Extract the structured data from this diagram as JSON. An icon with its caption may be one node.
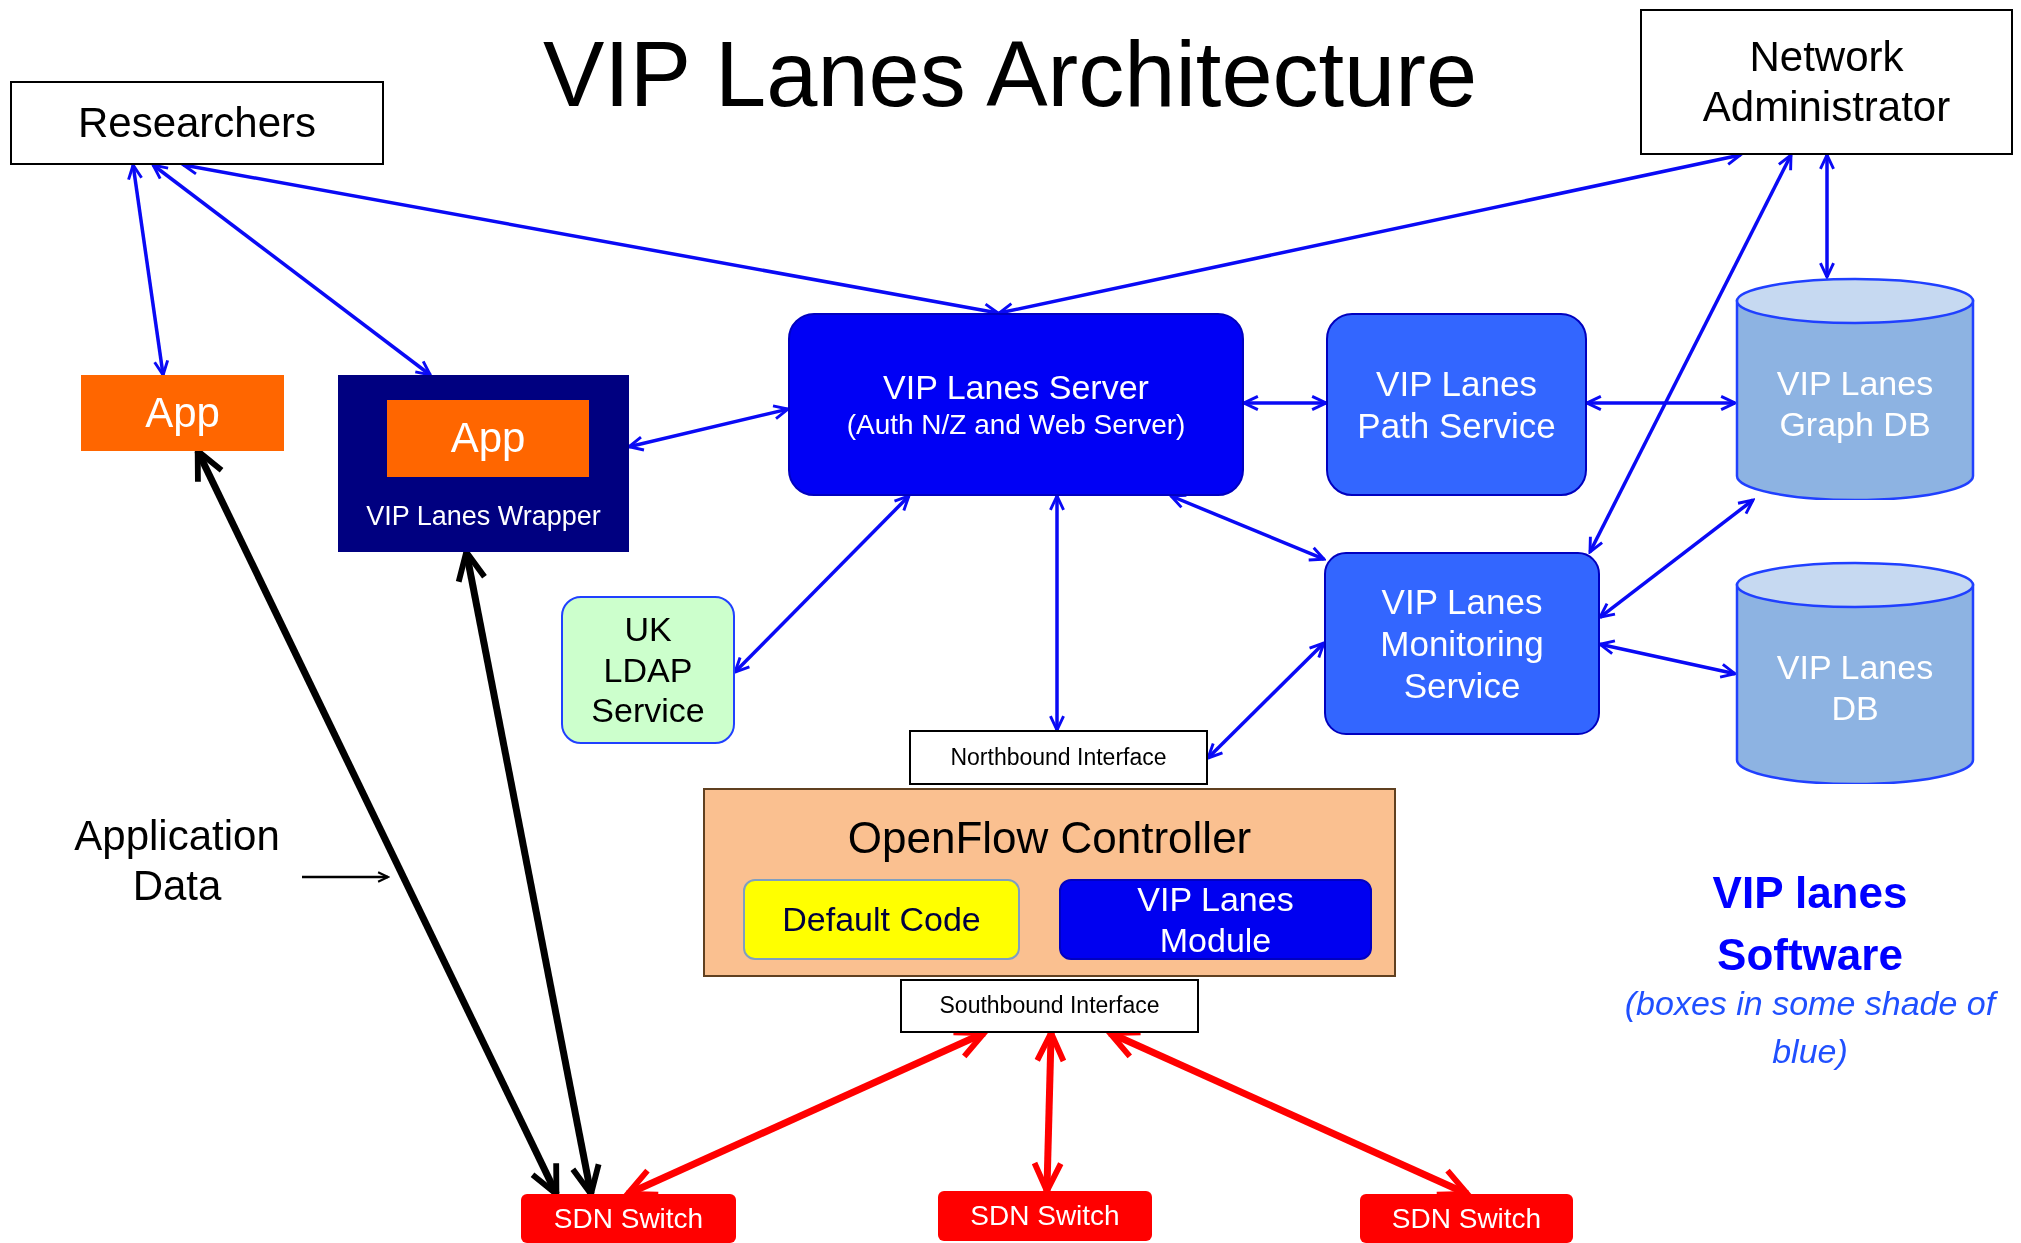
{
  "diagram": {
    "title": "VIP Lanes Architecture",
    "nodes": [
      {
        "text": [
          "Researchers"
        ]
      },
      {
        "text": [
          "Network Administrator"
        ]
      },
      {
        "text": [
          "App"
        ]
      },
      {
        "text": [
          "VIP Lanes Wrapper"
        ]
      },
      {
        "text": [
          "App"
        ],
        "in": 3
      },
      {
        "text": [
          "VIP Lanes Server",
          "(Auth N/Z and Web Server)"
        ]
      },
      {
        "text": [
          "VIP Lanes Path Service"
        ]
      },
      {
        "text": [
          "VIP Lanes Graph DB"
        ]
      },
      {
        "text": [
          "UK LDAP Service"
        ]
      },
      {
        "text": [
          "VIP Lanes Monitoring Service"
        ]
      },
      {
        "text": [
          "VIP Lanes DB"
        ]
      },
      {
        "text": [
          "Northbound Interface"
        ]
      },
      {
        "text": [
          "OpenFlow Controller"
        ]
      },
      {
        "text": [
          "Default Code"
        ],
        "in": 12
      },
      {
        "text": [
          "VIP Lanes Module"
        ],
        "in": 12
      },
      {
        "text": [
          "Southbound Interface"
        ]
      },
      {
        "text": [
          "SDN Switch"
        ]
      },
      {
        "text": [
          "SDN Switch"
        ]
      },
      {
        "text": [
          "SDN Switch"
        ]
      },
      {
        "text": [
          "Application Data"
        ]
      }
    ],
    "edges": [
      {
        "from": 0,
        "to": 2,
        "arrow": "both"
      },
      {
        "from": 0,
        "to": 3,
        "arrow": "both"
      },
      {
        "from": 0,
        "to": 5,
        "arrow": "both"
      },
      {
        "from": 1,
        "to": 5,
        "arrow": "both"
      },
      {
        "from": 1,
        "to": 7,
        "arrow": "both"
      },
      {
        "from": 1,
        "to": 9,
        "arrow": "both"
      },
      {
        "from": 3,
        "to": 5,
        "arrow": "both"
      },
      {
        "from": 5,
        "to": 6,
        "arrow": "both"
      },
      {
        "from": 6,
        "to": 7,
        "arrow": "both"
      },
      {
        "from": 5,
        "to": 8,
        "arrow": "both"
      },
      {
        "from": 5,
        "to": 11,
        "arrow": "both"
      },
      {
        "from": 5,
        "to": 9,
        "arrow": "both"
      },
      {
        "from": 9,
        "to": 7,
        "arrow": "both"
      },
      {
        "from": 9,
        "to": 10,
        "arrow": "both"
      },
      {
        "from": 9,
        "to": 11,
        "arrow": "both"
      },
      {
        "from": 15,
        "to": 16,
        "arrow": "both",
        "style": "thick",
        "color": "#ff0000"
      },
      {
        "from": 15,
        "to": 17,
        "arrow": "both",
        "style": "thick",
        "color": "#ff0000"
      },
      {
        "from": 15,
        "to": 18,
        "arrow": "both",
        "style": "thick",
        "color": "#ff0000"
      },
      {
        "from": 2,
        "to": 16,
        "arrow": "both",
        "style": "thick",
        "color": "#000000"
      },
      {
        "from": 3,
        "to": 16,
        "arrow": "both",
        "style": "thick",
        "color": "#000000"
      },
      {
        "from": 19,
        "to": null,
        "arrow": "to",
        "color": "#000000"
      }
    ],
    "labels": [
      "VIP lanes Software",
      "(boxes in some shade of blue)"
    ]
  }
}
